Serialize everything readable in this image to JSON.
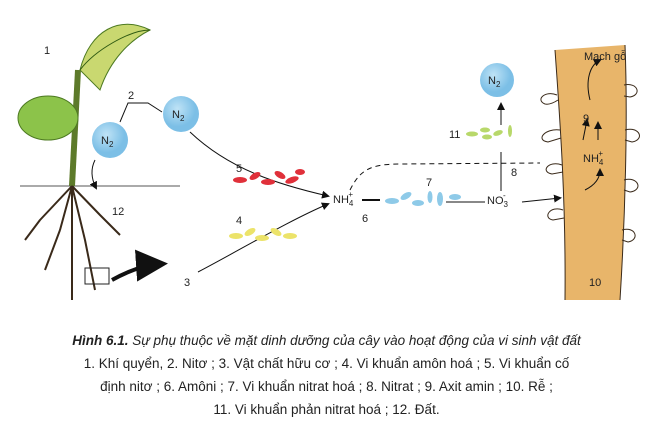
{
  "diagram": {
    "labels": {
      "l1": "1",
      "l2": "2",
      "l3": "3",
      "l4": "4",
      "l5": "5",
      "l6": "6",
      "l7": "7",
      "l8": "8",
      "l9": "9",
      "l10": "10",
      "l11": "11",
      "l12": "12"
    },
    "n2": "N",
    "n2_sub": "2",
    "nh4": "NH",
    "nh4_sub": "4",
    "nh4_sup": "+",
    "no3": "NO",
    "no3_sub": "3",
    "no3_sup": "-",
    "xylem": "Mạch gỗ"
  },
  "caption": {
    "figure_number": "Hình 6.1.",
    "title": " Sự phụ thuộc về mặt dinh dưỡng của cây vào hoạt động của vi sinh vật đất",
    "legend_lines": [
      "1. Khí quyển, 2. Nitơ ; 3. Vật chất hữu cơ ; 4. Vi khuẩn amôn hoá ; 5. Vi khuẩn cố",
      "định nitơ ; 6. Amôni ; 7. Vi khuẩn nitrat hoá ; 8. Nitrat ; 9. Axit amin ; 10. Rễ ;",
      "11. Vi khuẩn phản nitrat hoá ; 12. Đất."
    ]
  },
  "colors": {
    "n2": "#8ec9ea",
    "root": "#e8b56a",
    "red_bacteria": "#e0303a",
    "yellow_bacteria": "#ece36a",
    "blue_bacteria": "#8ecae8",
    "green_bacteria": "#b8d86a"
  }
}
